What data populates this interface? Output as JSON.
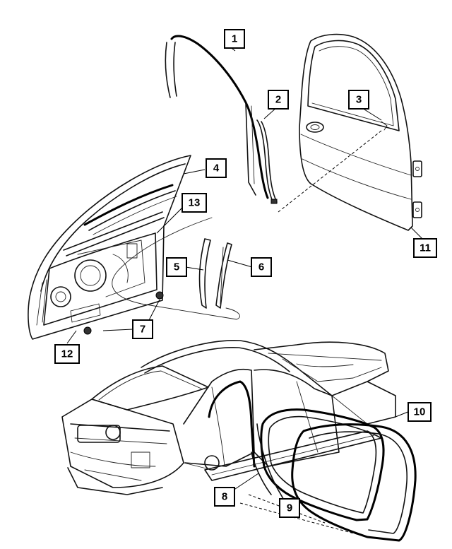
{
  "callouts": [
    {
      "id": "c1",
      "label": "1"
    },
    {
      "id": "c2",
      "label": "2"
    },
    {
      "id": "c3",
      "label": "3"
    },
    {
      "id": "c4",
      "label": "4"
    },
    {
      "id": "c5",
      "label": "5"
    },
    {
      "id": "c6",
      "label": "6"
    },
    {
      "id": "c7",
      "label": "7"
    },
    {
      "id": "c8",
      "label": "8"
    },
    {
      "id": "c9",
      "label": "9"
    },
    {
      "id": "c10",
      "label": "10"
    },
    {
      "id": "c11",
      "label": "11"
    },
    {
      "id": "c12",
      "label": "12"
    },
    {
      "id": "c13",
      "label": "13"
    }
  ],
  "parts": [
    {
      "id": "door-frame-seal",
      "callout": "1"
    },
    {
      "id": "glass-run-seal",
      "callout": "2"
    },
    {
      "id": "door-assembly",
      "callout": "3"
    },
    {
      "id": "belt-weatherstrip",
      "callout": "4"
    },
    {
      "id": "division-channel-seal",
      "callout": "5"
    },
    {
      "id": "division-channel",
      "callout": "6"
    },
    {
      "id": "watershield",
      "callout": "7"
    },
    {
      "id": "body-opening-seal",
      "callout": "8"
    },
    {
      "id": "sill-seal",
      "callout": "9"
    },
    {
      "id": "door-opening-weatherstrips",
      "callout": "10"
    },
    {
      "id": "door-hinge",
      "callout": "11"
    },
    {
      "id": "fastener-nut",
      "callout": "12"
    },
    {
      "id": "inner-panel-trim",
      "callout": "13"
    }
  ]
}
